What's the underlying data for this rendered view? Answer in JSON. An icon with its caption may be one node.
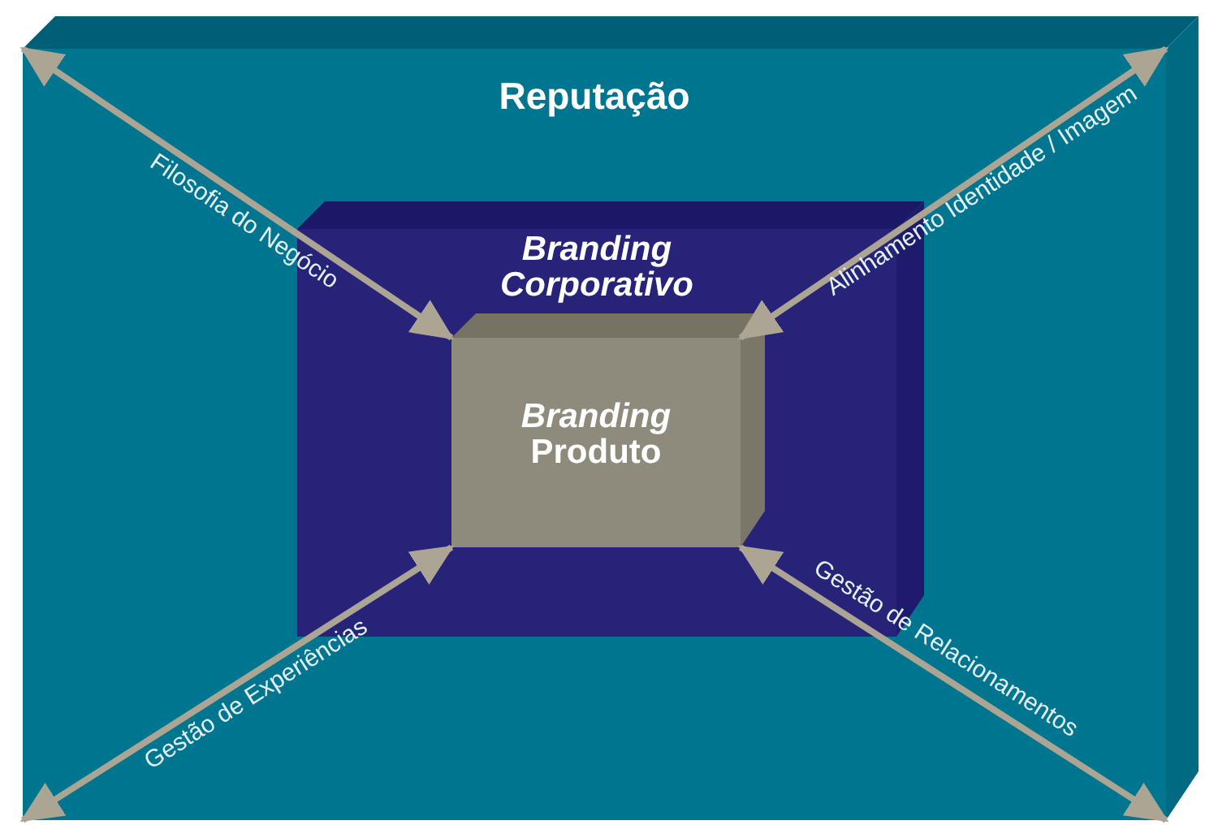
{
  "diagram": {
    "nodes": [
      {
        "text": [
          "Reputação"
        ]
      },
      {
        "text": [
          "Branding Corporativo"
        ],
        "in": 0
      },
      {
        "text": [
          "*Branding* Produto"
        ],
        "in": 1
      }
    ],
    "edges": [
      {
        "from": 0,
        "to": 2,
        "arrow": "both",
        "label": "Filosofia do Negócio"
      },
      {
        "from": 0,
        "to": 2,
        "arrow": "both",
        "label": "Alinhamento Identidade / Imagem"
      },
      {
        "from": 0,
        "to": 2,
        "arrow": "both",
        "label": "Gestão de Experiências"
      },
      {
        "from": 0,
        "to": 2,
        "arrow": "both",
        "label": "Gestão de Relacionamentos"
      }
    ]
  }
}
